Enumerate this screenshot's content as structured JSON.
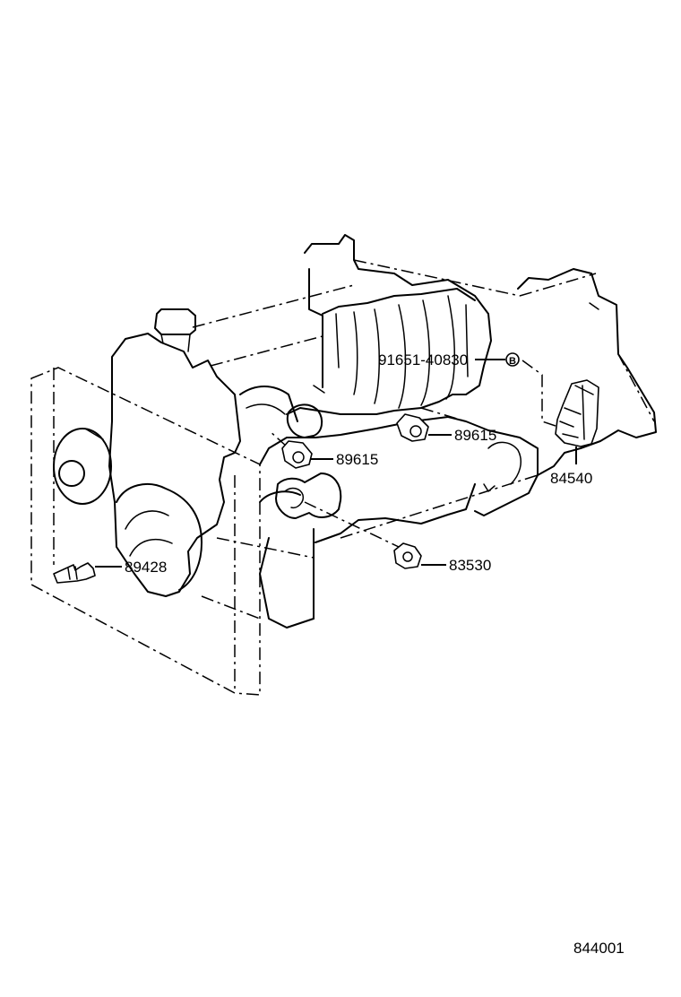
{
  "parts": [
    {
      "id": "bolt",
      "number": "91651-40830",
      "marker": "B"
    },
    {
      "id": "knock-sensor-upper",
      "number": "89615"
    },
    {
      "id": "knock-sensor-lower",
      "number": "89615"
    },
    {
      "id": "cam-position-sensor",
      "number": "84540"
    },
    {
      "id": "coolant-temp-sensor",
      "number": "89428"
    },
    {
      "id": "oil-pressure-switch",
      "number": "83530"
    }
  ],
  "diagram_code": "844001"
}
